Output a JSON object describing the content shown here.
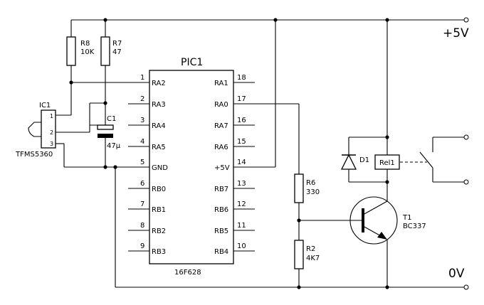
{
  "rails": {
    "positive": "+5V",
    "ground": "0V"
  },
  "ic": {
    "name": "PIC1",
    "part": "16F628",
    "left_pins": [
      {
        "num": "1",
        "label": "RA2"
      },
      {
        "num": "2",
        "label": "RA3"
      },
      {
        "num": "3",
        "label": "RA4"
      },
      {
        "num": "4",
        "label": "RA5"
      },
      {
        "num": "5",
        "label": "GND"
      },
      {
        "num": "6",
        "label": "RB0"
      },
      {
        "num": "7",
        "label": "RB1"
      },
      {
        "num": "8",
        "label": "RB2"
      },
      {
        "num": "9",
        "label": "RB3"
      }
    ],
    "right_pins": [
      {
        "num": "18",
        "label": "RA1"
      },
      {
        "num": "17",
        "label": "RA0"
      },
      {
        "num": "16",
        "label": "RA7"
      },
      {
        "num": "15",
        "label": "RA6"
      },
      {
        "num": "14",
        "label": "+5V"
      },
      {
        "num": "13",
        "label": "RB7"
      },
      {
        "num": "12",
        "label": "RB6"
      },
      {
        "num": "11",
        "label": "RB5"
      },
      {
        "num": "10",
        "label": "RB4"
      }
    ]
  },
  "components": {
    "r8": {
      "ref": "R8",
      "value": "10K"
    },
    "r7": {
      "ref": "R7",
      "value": "47"
    },
    "c1": {
      "ref": "C1",
      "value": "47µ"
    },
    "ic1": {
      "ref": "IC1",
      "part": "TFMS5360",
      "pins": [
        "1",
        "2",
        "3"
      ]
    },
    "r6": {
      "ref": "R6",
      "value": "330"
    },
    "r2": {
      "ref": "R2",
      "value": "4K7"
    },
    "d1": {
      "ref": "D1"
    },
    "rel1": {
      "ref": "Rel1"
    },
    "t1": {
      "ref": "T1",
      "part": "BC337"
    }
  }
}
